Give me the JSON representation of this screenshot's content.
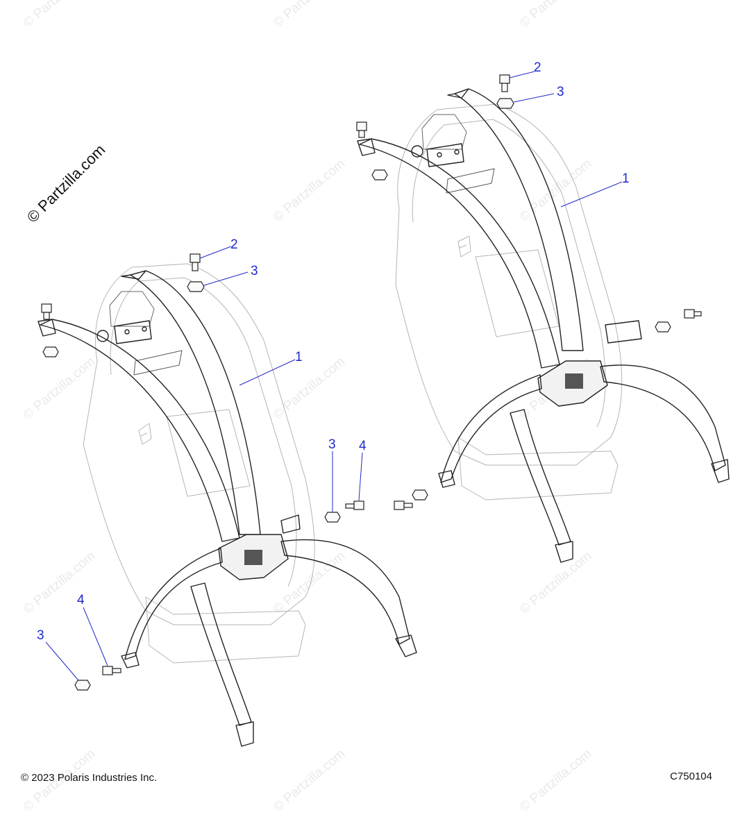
{
  "watermark": {
    "text": "© Partzilla.com",
    "brand": "© Partzilla.com"
  },
  "callouts": {
    "left_seat": {
      "belt": "1",
      "bolt_top": "2",
      "nut_top": "3",
      "nut_mid": "3",
      "bolt_mid": "4",
      "bolt_low": "4",
      "nut_low": "3"
    },
    "right_seat": {
      "bolt_top": "2",
      "nut_top": "3",
      "belt": "1"
    }
  },
  "footer": {
    "copyright": "© 2023 Polaris Industries Inc.",
    "drawing_number": "C750104"
  },
  "colors": {
    "callout": "#1f28c8",
    "line": "#222222",
    "seat_line": "#b5b5b5",
    "watermark": "#e9e9e9"
  }
}
